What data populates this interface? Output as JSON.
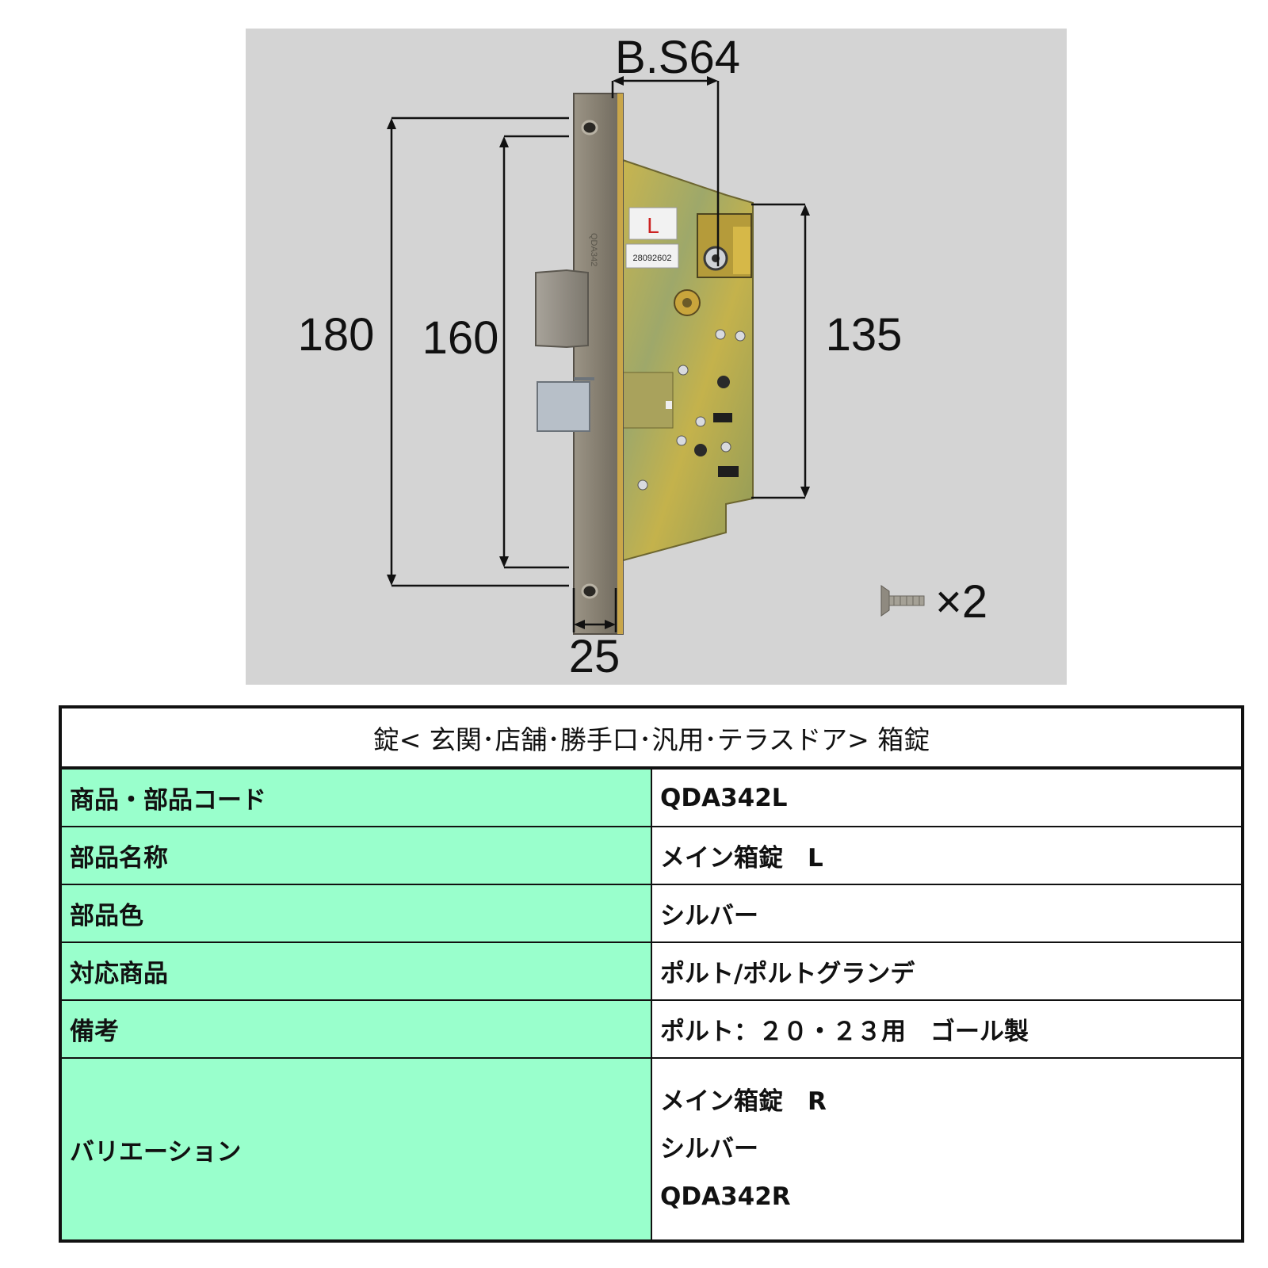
{
  "diagram": {
    "dimensions": {
      "backset": "B.S64",
      "overall_height": "180",
      "screw_pitch": "160",
      "case_height": "135",
      "faceplate_width": "25"
    },
    "case_label": "L",
    "case_number": "28092602",
    "case_stamp": "QDA342",
    "screw_count": "×2"
  },
  "table": {
    "title": "錠< 玄関･店舗･勝手口･汎用･テラスドア> 箱錠",
    "rows": [
      {
        "label": "商品・部品コード",
        "value": "QDA342L"
      },
      {
        "label": "部品名称",
        "value": "メイン箱錠　L"
      },
      {
        "label": "部品色",
        "value": "シルバー"
      },
      {
        "label": "対応商品",
        "value": "ポルト/ポルトグランデ"
      },
      {
        "label": "備考",
        "value": "ポルト：２０・２３用　ゴール製"
      }
    ],
    "variation": {
      "label": "バリエーション",
      "lines": [
        "メイン箱錠　R",
        "シルバー",
        "QDA342R"
      ]
    }
  },
  "colors": {
    "photo_background": "#d4d4d4",
    "label_background": "#99ffcc",
    "case_metal": "#b8a84a",
    "faceplate": "#8e8778"
  }
}
